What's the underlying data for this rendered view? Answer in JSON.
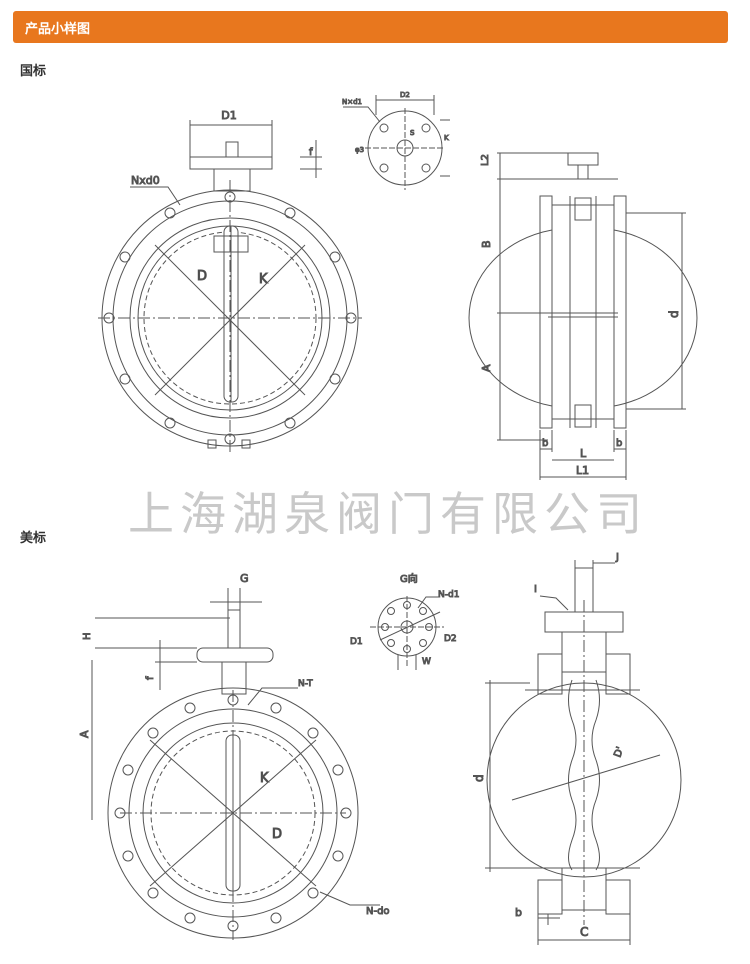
{
  "header": {
    "title": "产品小样图",
    "accent": "#e8771e"
  },
  "sections": {
    "gb_label": "国标",
    "ansi_label": "美标"
  },
  "watermark": "上海湖泉阀门有限公司",
  "gb": {
    "front": {
      "d1": "D1",
      "f": "f",
      "nxd0": "Nxd0",
      "d": "D",
      "k": "K"
    },
    "top": {
      "nd1": "N×d1",
      "d2": "D2",
      "phi3": "φ3",
      "s": "S",
      "k": "K"
    },
    "side": {
      "l2": "L2",
      "b_upper": "B",
      "a": "A",
      "d_small": "d",
      "b_left": "b",
      "b_right": "b",
      "l": "L",
      "l1": "L1"
    }
  },
  "ansi": {
    "front": {
      "g": "G",
      "h": "H",
      "f": "f",
      "a": "A",
      "nt": "N-T",
      "k": "K",
      "d": "D",
      "ndo": "N-do"
    },
    "top": {
      "gdir": "G向",
      "nd1": "N-d1",
      "d1": "D1",
      "d2": "D2",
      "w": "W"
    },
    "side": {
      "j": "J",
      "i": "I",
      "d_small": "d",
      "dp": "D'",
      "b": "b",
      "c": "C"
    }
  }
}
